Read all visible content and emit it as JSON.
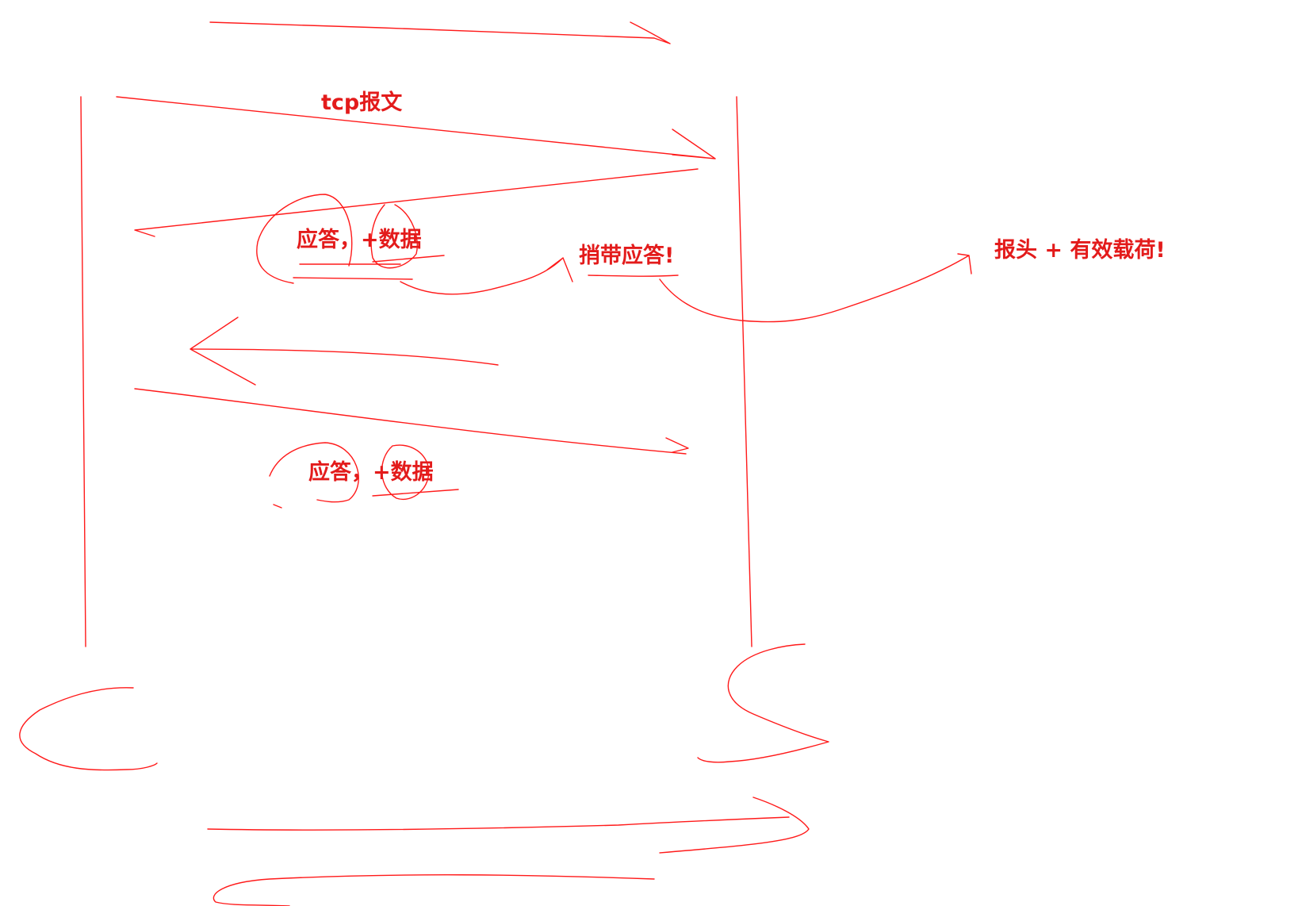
{
  "colors": {
    "ink": "#ff1a1a",
    "text": "#e31b1b",
    "background": "#ffffff"
  },
  "labels": {
    "tcp_segment": "tcp报文",
    "ack_plus_data_1": "应答，+数据",
    "ack_plus_data_2": "应答，+数据",
    "piggyback_ack": "捎带应答!",
    "header_plus_payload": "报头 + 有效载荷!"
  }
}
